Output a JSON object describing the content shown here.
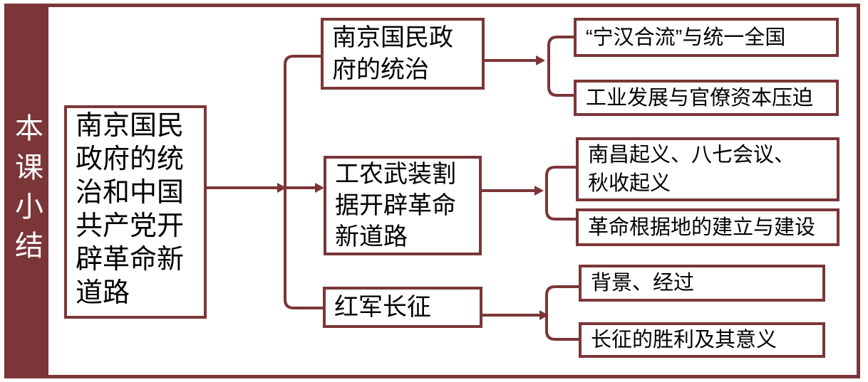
{
  "colors": {
    "maroon": "#7B3638",
    "box_text": "#000000",
    "title_text": "#FFFFFF",
    "background": "#FFFFFF"
  },
  "sidebar": {
    "title": "本课小结"
  },
  "diagram": {
    "root": {
      "text": "南京国民\n政府的统\n治和中国\n共产党开\n辟革命新\n道路"
    },
    "branches": [
      {
        "label": "南京国民政\n府的统治",
        "children": [
          "“宁汉合流”与统一全国",
          "工业发展与官僚资本压迫"
        ]
      },
      {
        "label": "工农武装割\n据开辟革命\n新道路",
        "children": [
          "南昌起义、八七会议、\n秋收起义",
          "革命根据地的建立与建设"
        ]
      },
      {
        "label": "红军长征",
        "children": [
          "背景、经过",
          "长征的胜利及其意义"
        ]
      }
    ]
  }
}
